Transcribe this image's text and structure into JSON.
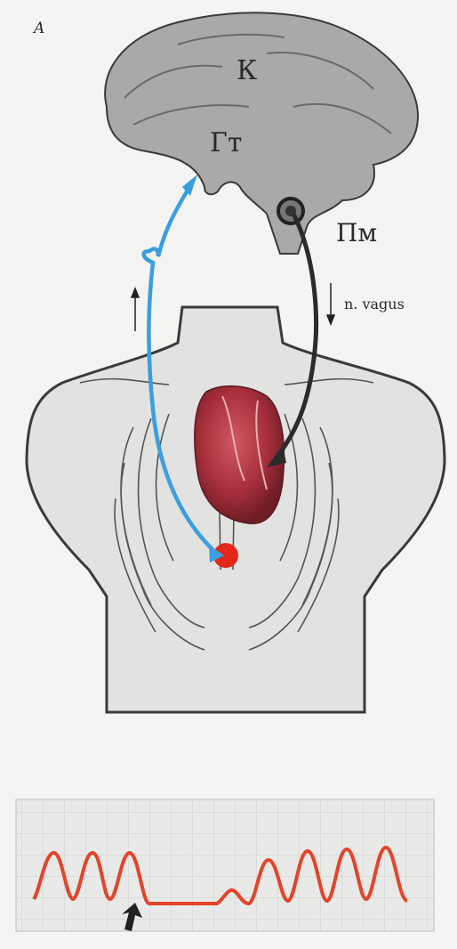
{
  "labels": {
    "panel": "A",
    "cortex": "К",
    "hypothalamus": "Гт",
    "medulla": "Пм",
    "nerve": "n. vagus"
  },
  "colors": {
    "afferent": "#3a9ee0",
    "efferent": "#2b2b2b",
    "receptor": "#e2281c",
    "trace": "#e2452a",
    "brain": "#a9a9a7",
    "torso": "#e2e2e0",
    "heart": "#9e2b35"
  },
  "icons": {
    "stimulus_marker": "arrow-up-icon"
  }
}
